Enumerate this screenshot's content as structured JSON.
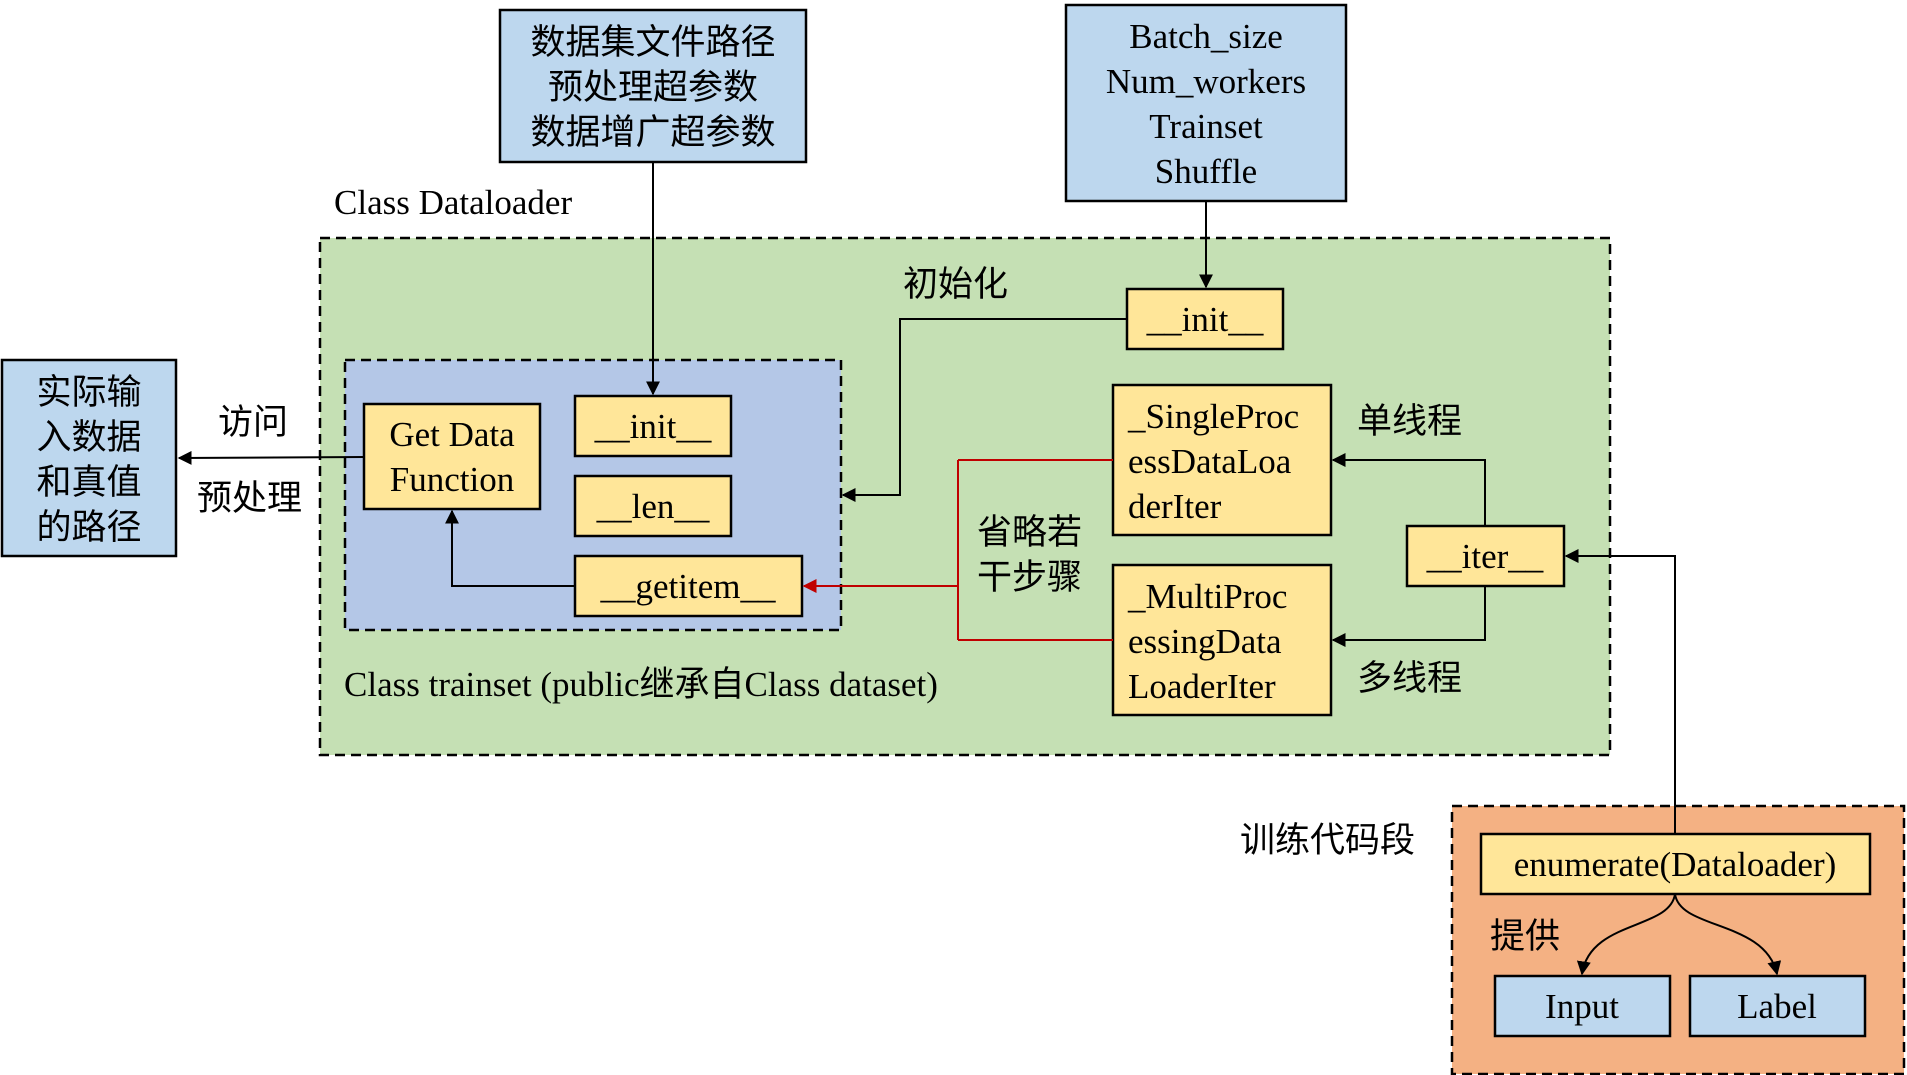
{
  "colors": {
    "blue_box": "#bdd7ee",
    "yellow_box": "#ffe699",
    "green_region": "#c5e0b4",
    "dataset_region": "#b4c7e7",
    "orange_region": "#f4b183",
    "black_arrow": "#000000",
    "red_arrow": "#c00000"
  },
  "params_box": {
    "lines": [
      "数据集文件路径",
      "预处理超参数",
      "数据增广超参数"
    ]
  },
  "loader_params_box": {
    "lines": [
      "Batch_size",
      "Num_workers",
      "Trainset",
      "Shuffle"
    ]
  },
  "data_path_box": {
    "lines": [
      "实际输",
      "入数据",
      "和真值",
      "的路径"
    ]
  },
  "dataloader_region": {
    "title": "Class Dataloader",
    "init_method": "__init__",
    "init_label": "初始化",
    "single_iter": {
      "lines": [
        "_SingleProc",
        "essDataLoa",
        "derIter"
      ]
    },
    "multi_iter": {
      "lines": [
        "_MultiProc",
        "essingData",
        "LoaderIter"
      ]
    },
    "iter_method": "__iter__",
    "single_label": "单线程",
    "multi_label": "多线程",
    "skip_label": {
      "lines": [
        "省略若",
        "干步骤"
      ]
    }
  },
  "dataset_region": {
    "title": "Class trainset (public继承自Class dataset)",
    "get_data_function": {
      "lines": [
        "Get Data",
        "Function"
      ]
    },
    "init_method": "__init__",
    "len_method": "__len__",
    "getitem_method": "__getitem__"
  },
  "access_label": "访问",
  "preprocess_label": "预处理",
  "training_region": {
    "title": "训练代码段",
    "enumerate_call": "enumerate(Dataloader)",
    "provide_label": "提供",
    "input_output": "Input",
    "label_output": "Label"
  }
}
